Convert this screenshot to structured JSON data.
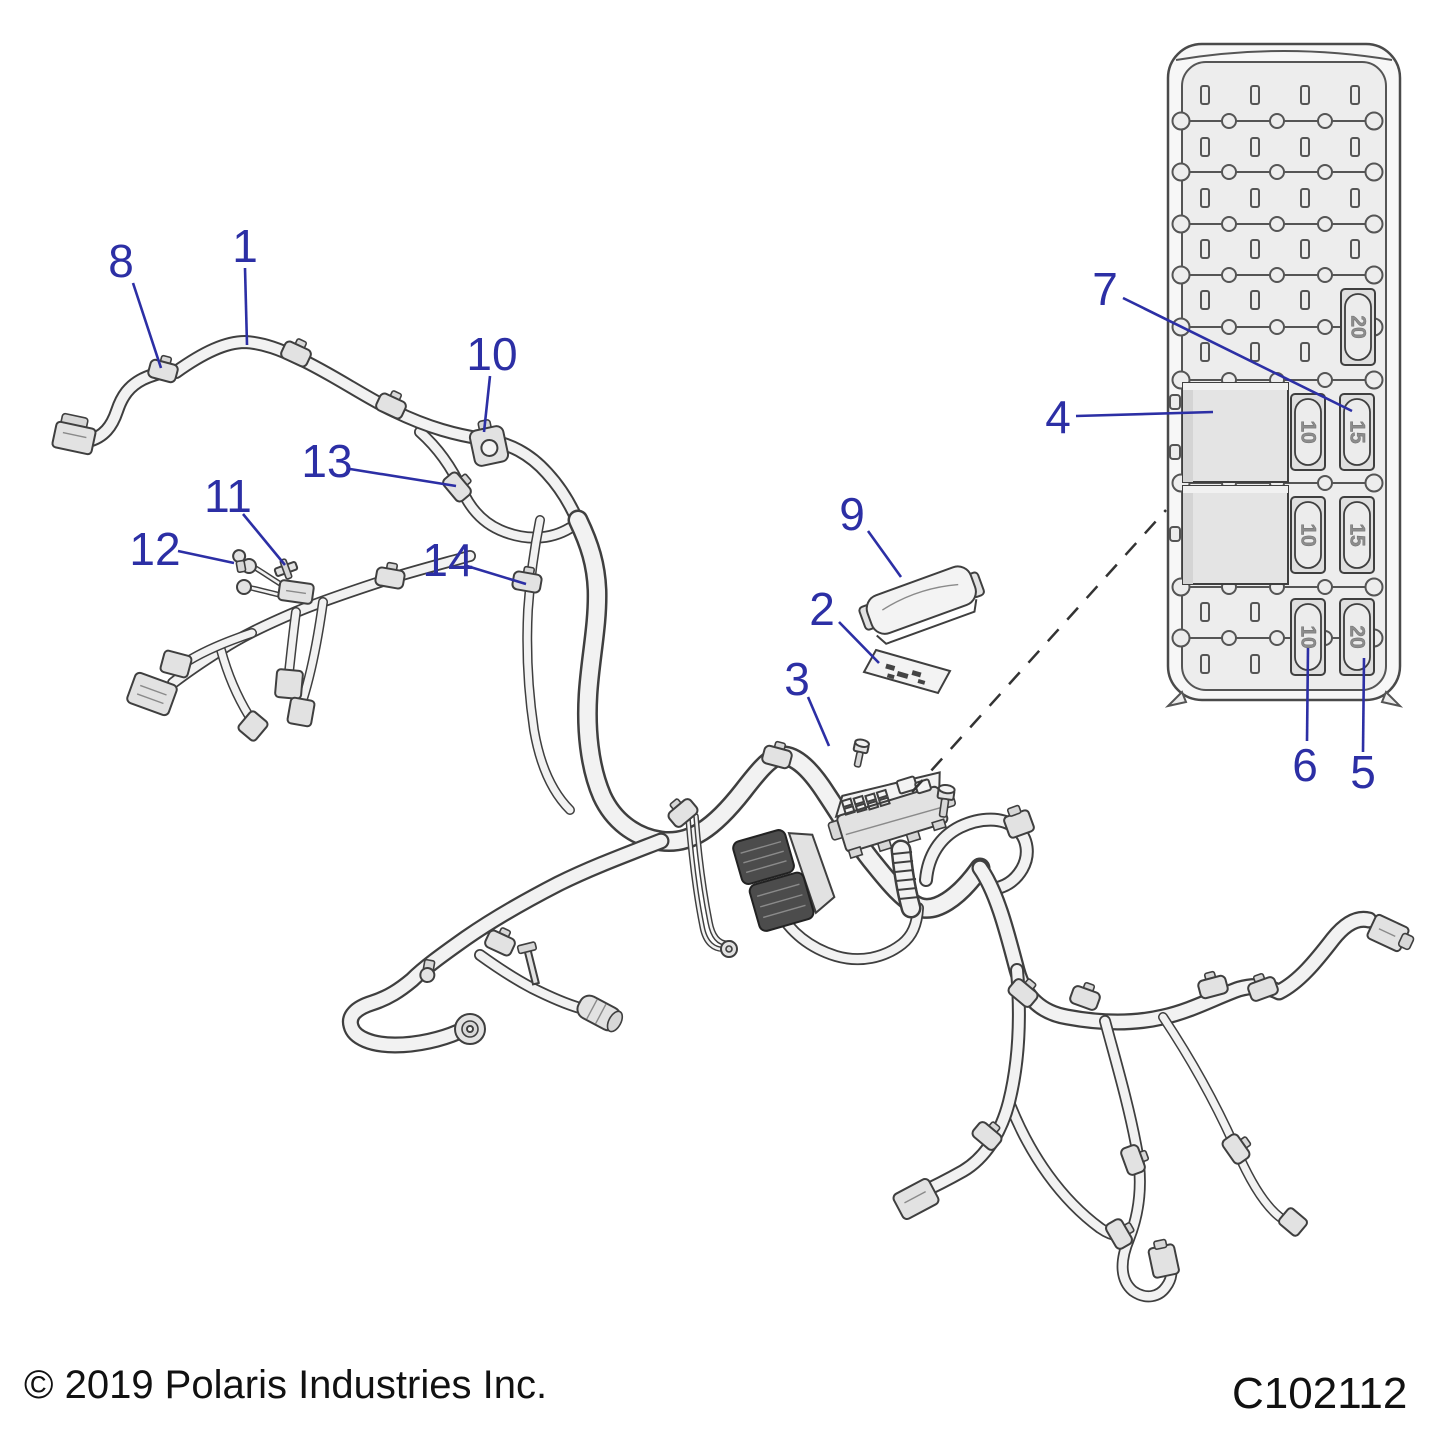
{
  "figure": {
    "type": "parts-diagram",
    "subject": "wiring harness with fuse box detail",
    "copyright": "© 2019 Polaris Industries Inc.",
    "reference_code": "C102112"
  },
  "style": {
    "callout_color": "#2c2fa5",
    "drawing_line_color": "#3f3f3f",
    "background": "#ffffff"
  },
  "callouts": {
    "1": "1",
    "2": "2",
    "3": "3",
    "4": "4",
    "5": "5",
    "6": "6",
    "7": "7",
    "8": "8",
    "9": "9",
    "10": "10",
    "11": "11",
    "12": "12",
    "13": "13",
    "14": "14"
  },
  "inset_fuse_panel": {
    "fuse_labels": {
      "top_right": "20",
      "row1_left": "10",
      "row1_right": "15",
      "row2_left": "10",
      "row2_right": "15",
      "bottom_left": "10",
      "bottom_right": "20"
    }
  }
}
